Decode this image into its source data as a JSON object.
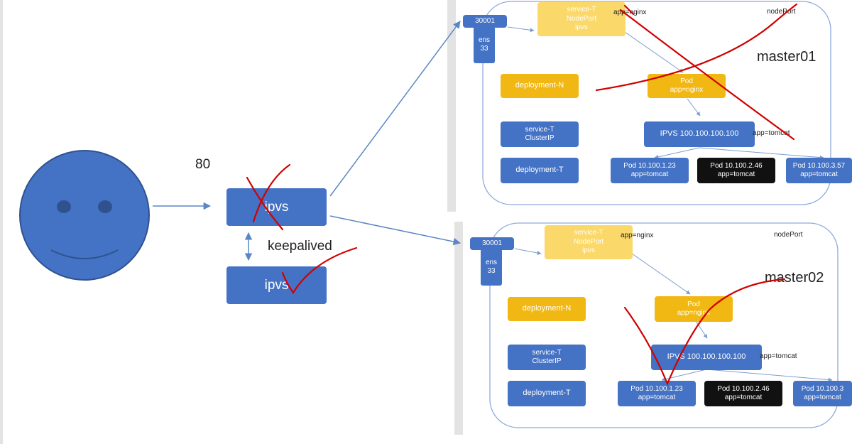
{
  "left": {
    "port": "80",
    "lb_primary": "ipvs",
    "lb_backup": "ipvs",
    "keepalived": "keepalived"
  },
  "master01": {
    "title": "master01",
    "nodeport_label": "nodePort",
    "port_top": "30001",
    "nic": "ens\n33",
    "service_nodeport": "service-T\nNodePort\nipvs",
    "app_nginx": "app=nginx",
    "deployment_n": "deployment-N",
    "pod_nginx": "Pod\napp=nginx",
    "service_clusterip": "service-T\nClusterIP",
    "ipvs": "IPVS  100.100.100.100",
    "app_tomcat": "app=tomcat",
    "deployment_t": "deployment-T",
    "pods": [
      "Pod  10.100.1.23\napp=tomcat",
      "Pod  10.100.2.46\napp=tomcat",
      "Pod  10.100.3.57\napp=tomcat"
    ]
  },
  "master02": {
    "title": "master02",
    "nodeport_label": "nodePort",
    "port_top": "30001",
    "nic": "ens\n33",
    "service_nodeport": "service-T\nNodePort\nipvs",
    "app_nginx": "app=nginx",
    "deployment_n": "deployment-N",
    "pod_nginx": "Pod\napp=nginx",
    "service_clusterip": "service-T\nClusterIP",
    "ipvs": "IPVS  100.100.100.100",
    "app_tomcat": "app=tomcat",
    "deployment_t": "deployment-T",
    "pods": [
      "Pod  10.100.1.23\napp=tomcat",
      "Pod  10.100.2.46\napp=tomcat",
      "Pod  10.100.3\napp=tomcat"
    ]
  },
  "colors": {
    "blue": "#4472c4",
    "orange": "#f1b712",
    "annotation_red": "#d10000",
    "arrow": "#5b86c5"
  }
}
